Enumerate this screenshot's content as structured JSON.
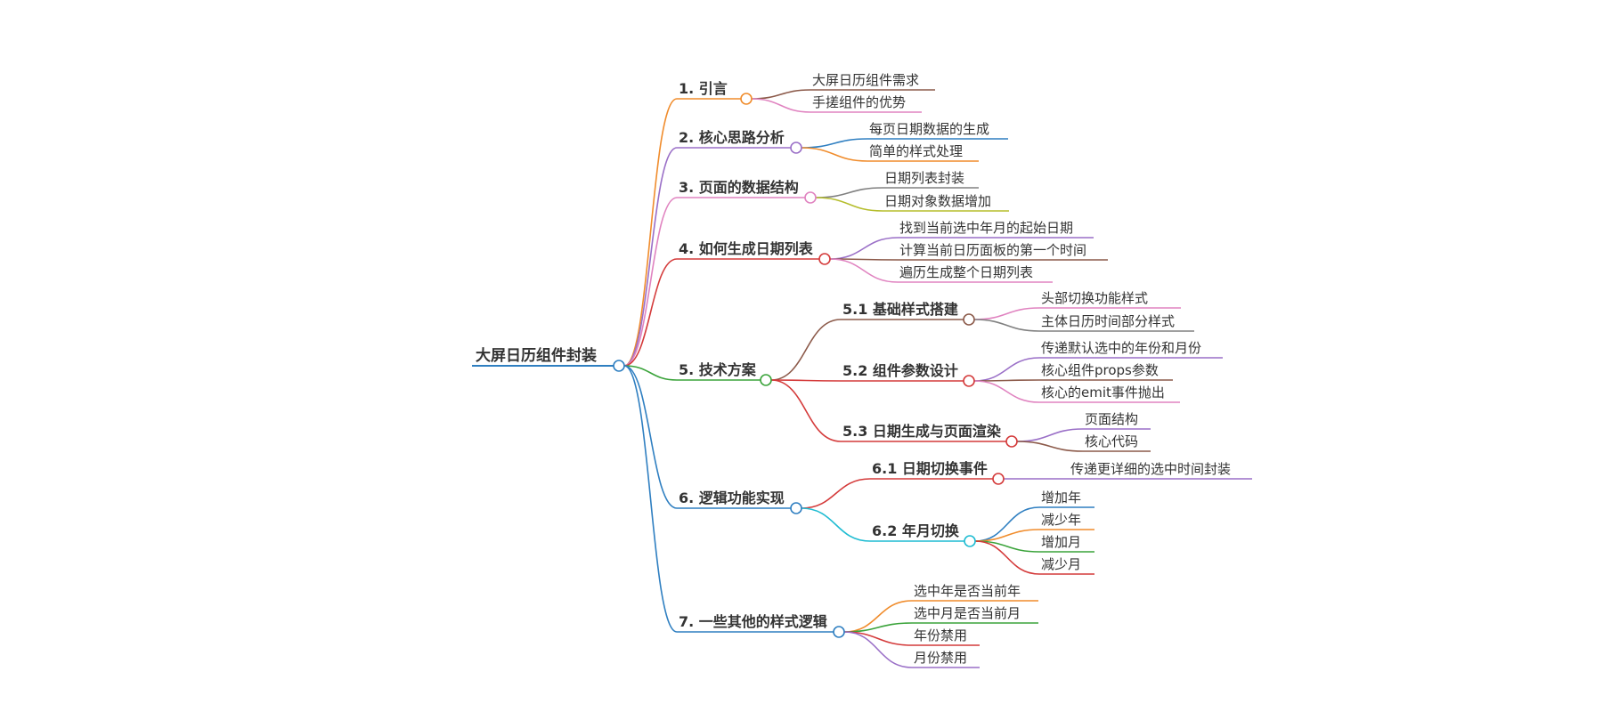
{
  "root": {
    "label": "大屏日历组件封装",
    "color": "#2f7fc1",
    "children": [
      {
        "label": "1. 引言",
        "color": "#f08c2c",
        "children": [
          {
            "label": "大屏日历组件需求",
            "color": "#8c5a4a"
          },
          {
            "label": "手搓组件的优势",
            "color": "#e083c0"
          }
        ]
      },
      {
        "label": "2. 核心思路分析",
        "color": "#9a6fc7",
        "children": [
          {
            "label": "每页日期数据的生成",
            "color": "#2f7fc1"
          },
          {
            "label": "简单的样式处理",
            "color": "#f08c2c"
          }
        ]
      },
      {
        "label": "3. 页面的数据结构",
        "color": "#e083c0",
        "children": [
          {
            "label": "日期列表封装",
            "color": "#808080"
          },
          {
            "label": "日期对象数据增加",
            "color": "#b5bd2c"
          }
        ]
      },
      {
        "label": "4. 如何生成日期列表",
        "color": "#d43a3a",
        "children": [
          {
            "label": "找到当前选中年月的起始日期",
            "color": "#9a6fc7"
          },
          {
            "label": "计算当前日历面板的第一个时间",
            "color": "#8c5a4a"
          },
          {
            "label": "遍历生成整个日期列表",
            "color": "#e083c0"
          }
        ]
      },
      {
        "label": "5. 技术方案",
        "color": "#3aa33a",
        "children": [
          {
            "label": "5.1 基础样式搭建",
            "color": "#8c5a4a",
            "children": [
              {
                "label": "头部切换功能样式",
                "color": "#e083c0"
              },
              {
                "label": "主体日历时间部分样式",
                "color": "#808080"
              }
            ]
          },
          {
            "label": "5.2 组件参数设计",
            "color": "#d43a3a",
            "children": [
              {
                "label": "传递默认选中的年份和月份",
                "color": "#9a6fc7"
              },
              {
                "label": "核心组件props参数",
                "color": "#8c5a4a"
              },
              {
                "label": "核心的emit事件抛出",
                "color": "#e083c0"
              }
            ]
          },
          {
            "label": "5.3 日期生成与页面渲染",
            "color": "#d43a3a",
            "children": [
              {
                "label": "页面结构",
                "color": "#9a6fc7"
              },
              {
                "label": "核心代码",
                "color": "#8c5a4a"
              }
            ]
          }
        ]
      },
      {
        "label": "6. 逻辑功能实现",
        "color": "#2f7fc1",
        "children": [
          {
            "label": "6.1 日期切换事件",
            "color": "#d43a3a",
            "children": [
              {
                "label": "传递更详细的选中时间封装",
                "color": "#9a6fc7"
              }
            ]
          },
          {
            "label": "6.2 年月切换",
            "color": "#1fbcd2",
            "children": [
              {
                "label": "增加年",
                "color": "#2f7fc1"
              },
              {
                "label": "减少年",
                "color": "#f08c2c"
              },
              {
                "label": "增加月",
                "color": "#3aa33a"
              },
              {
                "label": "减少月",
                "color": "#d43a3a"
              }
            ]
          }
        ]
      },
      {
        "label": "7. 一些其他的样式逻辑",
        "color": "#2f7fc1",
        "children": [
          {
            "label": "选中年是否当前年",
            "color": "#f08c2c"
          },
          {
            "label": "选中月是否当前月",
            "color": "#3aa33a"
          },
          {
            "label": "年份禁用",
            "color": "#d43a3a"
          },
          {
            "label": "月份禁用",
            "color": "#9a6fc7"
          }
        ]
      }
    ]
  }
}
